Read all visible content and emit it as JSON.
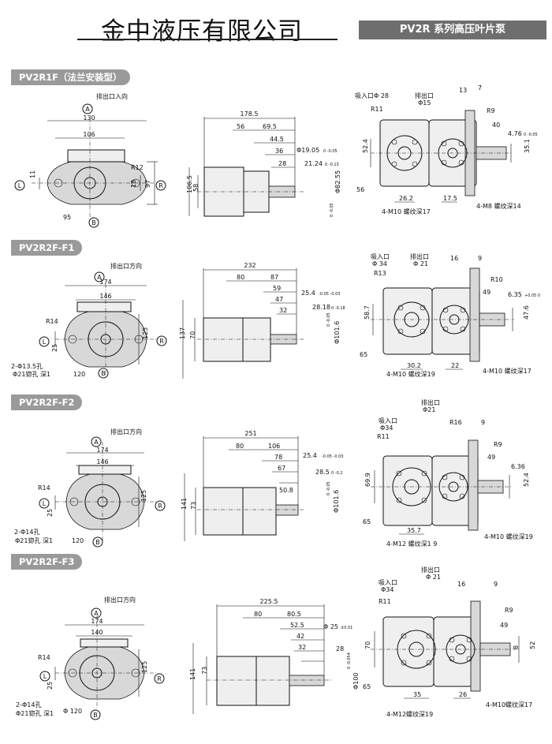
{
  "header": {
    "company": "金中液压有限公司",
    "series_badge": "PV2R 系列高压叶片泵"
  },
  "sections": [
    {
      "tab": "PV2R1F（法兰安装型）",
      "front": {
        "A": "A",
        "B": "B",
        "L": "L",
        "R": "R",
        "arrow_label": "排出口入向",
        "w_outer": "130",
        "w_inner": "106",
        "r": "R12",
        "h1": "18",
        "h2": "97",
        "side": "11",
        "d": "95"
      },
      "side": {
        "len": "178.5",
        "d1": "56",
        "d2": "69.5",
        "d3": "44.5",
        "d4": "36",
        "d5": "28",
        "h": "106.5",
        "h2": "58",
        "shaft1": "Φ19.05",
        "shaft1_tol": "0 -0.05",
        "shaft2": "21.24",
        "shaft2_tol": "0 -0.13",
        "pilot": "Φ82.55",
        "pilot_tol": "0 -0.05"
      },
      "rear": {
        "in_port": "吸入口Φ 28",
        "out_port": "排出口",
        "out_d": "Φ15",
        "r1": "R11",
        "r2": "R9",
        "d13": "13",
        "d7": "7",
        "d40": "40",
        "key": "4.76",
        "key_tol": "0 -0.05",
        "h": "52.4",
        "h2": "35.1",
        "d56": "56",
        "w1": "26.2",
        "w2": "17.5",
        "bolt1": "4-M10 螺纹深17",
        "bolt2": "4-M8 螺纹深14"
      }
    },
    {
      "tab": "PV2R2F-F1",
      "front": {
        "A": "A",
        "B": "B",
        "L": "L",
        "R": "R",
        "arrow_label": "排出口方向",
        "w_outer": "174",
        "w_inner": "146",
        "r": "R14",
        "h1": "25",
        "h2": "125",
        "hole1": "2-Φ13.5孔",
        "hole2": "Φ21锪孔 深1",
        "d": "120"
      },
      "side": {
        "len": "232",
        "d1": "80",
        "d2": "87",
        "d3": "59",
        "d4": "47",
        "d5": "32",
        "h": "137",
        "h2": "70",
        "shaft1": "25.4",
        "shaft1_tol": "-0.05 -0.03",
        "shaft2": "28.18",
        "shaft2_tol": "0 -0.18",
        "pilot": "Φ101.6",
        "pilot_tol": "0 -0.05"
      },
      "rear": {
        "in_port": "吸入口",
        "in_d": "Φ 34",
        "out_port": "排出口",
        "out_d": "Φ 21",
        "r1": "R13",
        "r2": "R10",
        "d16": "16",
        "d9": "9",
        "d49": "49",
        "key": "6.35",
        "key_tol": "+0.05 0",
        "h": "58.7",
        "h2": "47.6",
        "d65": "65",
        "w1": "30.2",
        "w2": "22",
        "bolt1": "4-M10 螺纹深19",
        "bolt2": "4-M10 螺纹深17"
      }
    },
    {
      "tab": "PV2R2F-F2",
      "front": {
        "A": "A",
        "B": "B",
        "L": "L",
        "R": "R",
        "arrow_label": "排出口方向",
        "w_outer": "174",
        "w_inner": "146",
        "r": "R14",
        "h1": "25",
        "h2": "125",
        "hole1": "2-Φ14孔",
        "hole2": "Φ21锪孔 深1",
        "d": "120"
      },
      "side": {
        "len": "251",
        "d1": "80",
        "d2": "106",
        "d3": "78",
        "d4": "67",
        "d5": "50.8",
        "h": "141",
        "h2": "73",
        "shaft1": "25.4",
        "shaft1_tol": "-0.05 -0.03",
        "shaft2": "28.5",
        "shaft2_tol": "0 -0.2",
        "pilot": "Φ101.6",
        "pilot_tol": "0 -0.05"
      },
      "rear": {
        "in_port": "吸入口",
        "in_d": "Φ34",
        "out_port": "排出口",
        "out_d": "Φ21",
        "r1": "R11",
        "r2": "R9",
        "r3": "R16",
        "d9": "9",
        "d49": "49",
        "key": "6.36",
        "h": "69.9",
        "h2": "52.4",
        "d65": "65",
        "w1": "35.7",
        "bolt1": "4-M12 螺纹深1 9",
        "bolt2": "4-M10 螺纹深19"
      }
    },
    {
      "tab": "PV2R2F-F3",
      "front": {
        "A": "A",
        "B": "B",
        "L": "L",
        "R": "R",
        "arrow_label": "排出口方向",
        "w_outer": "174",
        "w_inner": "140",
        "r": "R14",
        "h1": "25",
        "h2": "125",
        "hole1": "2-Φ14孔",
        "hole2": "Φ21锪孔 深1",
        "d": "Φ 120"
      },
      "side": {
        "len": "225.5",
        "d1": "80",
        "d2": "80.5",
        "d3": "52.5",
        "d4": "42",
        "d5": "32",
        "d6": "28",
        "h": "141",
        "h2": "73",
        "shaft1": "Φ 25",
        "shaft1_tol": "±0.01",
        "pilot": "Φ100",
        "pilot_tol": "0 -0.054"
      },
      "rear": {
        "in_port": "吸入口",
        "in_d": "Φ34",
        "out_port": "排出口",
        "out_d": "Φ 21",
        "r1": "R11",
        "r2": "R9",
        "d16": "16",
        "d9": "9",
        "d49": "49",
        "key": "8",
        "h": "70",
        "h2": "52",
        "d65": "65",
        "w1": "35",
        "w2": "26",
        "bolt1": "4-M12螺纹深19",
        "bolt2": "4-M10螺纹深17"
      }
    }
  ]
}
